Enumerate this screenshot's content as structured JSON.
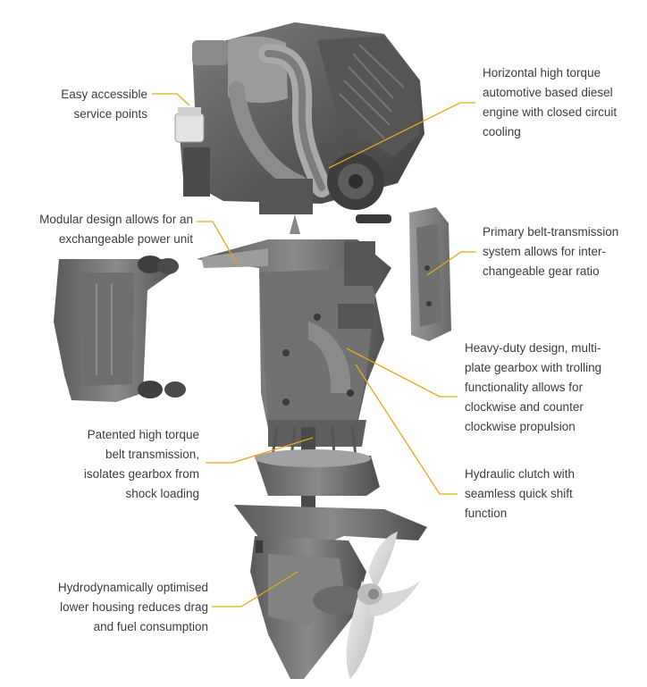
{
  "diagram": {
    "leader_color": "#e6a817",
    "part_color": "#6b6b6b",
    "callouts": [
      {
        "id": "service-points",
        "text": "Easy accessible\nservice points"
      },
      {
        "id": "diesel-engine",
        "text": "Horizontal high torque\nautomotive based diesel\nengine with closed circuit\ncooling"
      },
      {
        "id": "modular-design",
        "text": "Modular design allows for an\nexchangeable power unit"
      },
      {
        "id": "belt-transmission-system",
        "text": "Primary belt-transmission\nsystem allows for inter-\nchangeable gear ratio"
      },
      {
        "id": "gearbox",
        "text": "Heavy-duty design, multi-\nplate gearbox with trolling\nfunctionality allows for\nclockwise and counter\nclockwise propulsion"
      },
      {
        "id": "patented-belt",
        "text": "Patented high torque\nbelt transmission,\nisolates gearbox from\nshock loading"
      },
      {
        "id": "hydraulic-clutch",
        "text": "Hydraulic clutch with\nseamless quick shift\nfunction"
      },
      {
        "id": "lower-housing",
        "text": "Hydrodynamically optimised\nlower housing reduces drag\nand fuel consumption"
      }
    ]
  }
}
